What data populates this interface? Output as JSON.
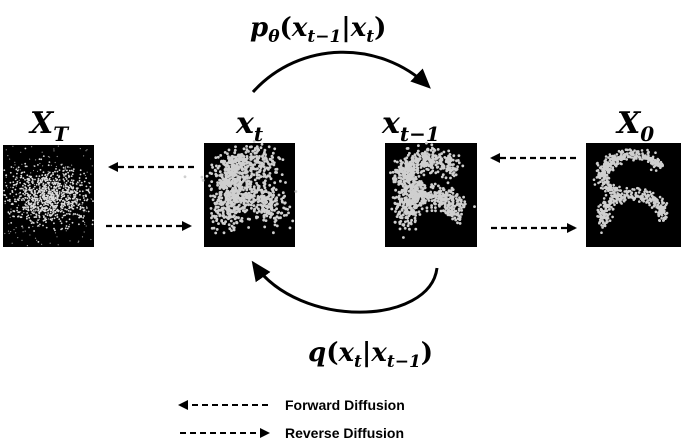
{
  "panels": {
    "xT": {
      "symbol": "X",
      "sub": "T"
    },
    "xt": {
      "symbol": "x",
      "sub": "t"
    },
    "xt1": {
      "symbol": "x",
      "sub": "t−1"
    },
    "x0": {
      "symbol": "X",
      "sub": "0"
    }
  },
  "top_formula": {
    "text": "pθ(xt−1|xt)",
    "fn": "p",
    "fn_sub": "θ",
    "open": "(",
    "a": "x",
    "a_sub": "t−1",
    "bar": "|",
    "b": "x",
    "b_sub": "t",
    "close": ")"
  },
  "bottom_formula": {
    "text": "q(xt|xt−1)",
    "fn": "q",
    "open": "(",
    "a": "x",
    "a_sub": "t",
    "bar": "|",
    "b": "x",
    "b_sub": "t−1",
    "close": ")"
  },
  "legend": {
    "forward_label": "Forward Diffusion",
    "reverse_label": "Reverse Diffusion"
  },
  "colors": {
    "ink": "#000000",
    "dot": "#d8d8d8",
    "panel_bg": "#000000"
  }
}
